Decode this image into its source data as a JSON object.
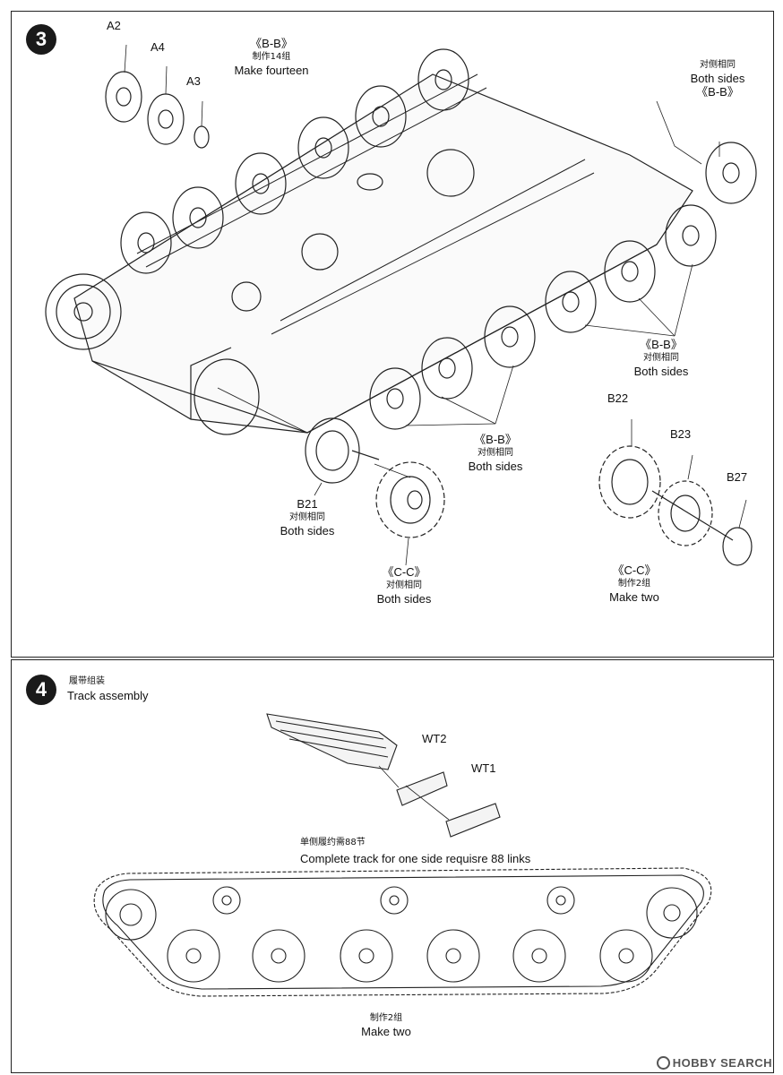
{
  "step3": {
    "number": "3",
    "labels": {
      "a2": "A2",
      "a4": "A4",
      "a3": "A3",
      "top_bb": "《B-B》",
      "top_bb_cn": "制作14组",
      "top_bb_en": "Make fourteen",
      "right_cn": "对侧相同",
      "right_en": "Both sides",
      "right_bb": "《B-B》",
      "mid_bb": "《B-B》",
      "mid_cn": "对侧相同",
      "mid_en": "Both sides",
      "low_bb": "《B-B》",
      "low_cn": "对侧相同",
      "low_en": "Both sides",
      "b21": "B21",
      "b21_cn": "对侧相同",
      "b21_en": "Both sides",
      "cc_left": "《C-C》",
      "cc_left_cn": "对侧相同",
      "cc_left_en": "Both sides",
      "b22": "B22",
      "b23": "B23",
      "b27": "B27",
      "cc_right": "《C-C》",
      "cc_right_cn": "制作2组",
      "cc_right_en": "Make two"
    }
  },
  "step4": {
    "number": "4",
    "title_cn": "履带组装",
    "title_en": "Track assembly",
    "wt2": "WT2",
    "wt1": "WT1",
    "note_cn": "单侧履约需88节",
    "note_en": "Complete track for one side requisre 88 links",
    "bottom_cn": "制作2组",
    "bottom_en": "Make two"
  },
  "watermark": "HOBBY SEARCH",
  "colors": {
    "ink": "#111111",
    "step_badge": "#1a1a1a"
  },
  "icons": {
    "wheel": "road-wheel-icon",
    "sprocket": "sprocket-icon",
    "track": "track-link-icon"
  }
}
